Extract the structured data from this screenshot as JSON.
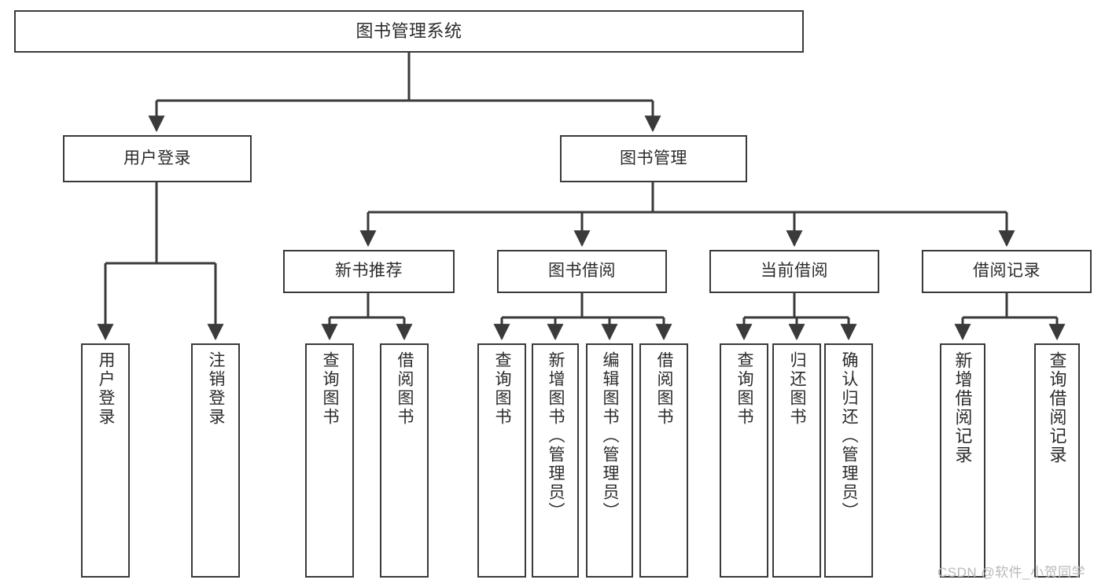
{
  "diagram": {
    "title": "图书管理系统",
    "type": "tree-structure-chart",
    "colors": {
      "background": "#ffffff",
      "node_border": "#3a3a3a",
      "node_fill": "#ffffff",
      "edge": "#3a3a3a",
      "text": "#2b2b2b",
      "watermark": "#b9b9b9"
    },
    "levels": {
      "level1": [
        {
          "id": "root",
          "label": "图书管理系统"
        }
      ],
      "level2": [
        {
          "id": "user-login",
          "label": "用户登录"
        },
        {
          "id": "book-manage",
          "label": "图书管理"
        }
      ],
      "level3": [
        {
          "id": "new-book-rec",
          "label": "新书推荐"
        },
        {
          "id": "book-borrow",
          "label": "图书借阅"
        },
        {
          "id": "current-borrow",
          "label": "当前借阅"
        },
        {
          "id": "borrow-record",
          "label": "借阅记录"
        }
      ],
      "leaves": {
        "user_login": [
          {
            "id": "leaf-user-login",
            "label": "用户登录"
          },
          {
            "id": "leaf-logout",
            "label": "注销登录"
          }
        ],
        "new_book_rec": [
          {
            "id": "leaf-query-book-1",
            "label": "查询图书"
          },
          {
            "id": "leaf-borrow-book-1",
            "label": "借阅图书"
          }
        ],
        "book_borrow": [
          {
            "id": "leaf-query-book-2",
            "label": "查询图书"
          },
          {
            "id": "leaf-add-book",
            "label": "新增图书（管理员）"
          },
          {
            "id": "leaf-edit-book",
            "label": "编辑图书（管理员）"
          },
          {
            "id": "leaf-borrow-book-2",
            "label": "借阅图书"
          }
        ],
        "current_borrow": [
          {
            "id": "leaf-query-book-3",
            "label": "查询图书"
          },
          {
            "id": "leaf-return-book",
            "label": "归还图书"
          },
          {
            "id": "leaf-confirm-return",
            "label": "确认归还（管理员）"
          }
        ],
        "borrow_record": [
          {
            "id": "leaf-add-record",
            "label": "新增借阅记录"
          },
          {
            "id": "leaf-query-record",
            "label": "查询借阅记录"
          }
        ]
      }
    }
  },
  "watermark": {
    "text": "CSDN @软件_小贺同学"
  }
}
